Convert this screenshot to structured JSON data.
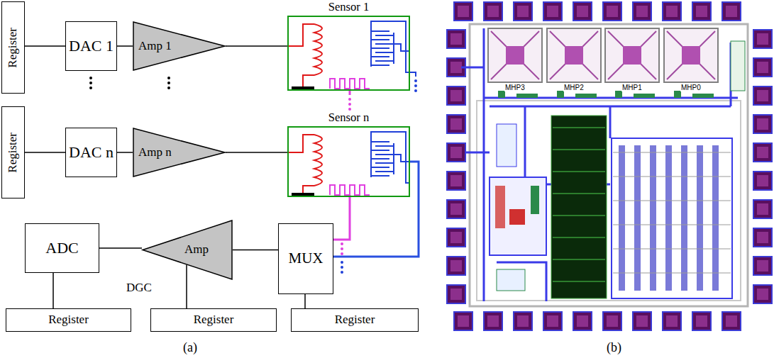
{
  "diagram": {
    "nodes": [
      {
        "text": [
          "Register"
        ]
      },
      {
        "text": [
          "DAC 1"
        ]
      },
      {
        "text": [
          "Amp 1"
        ]
      },
      {
        "text": [
          "Sensor 1"
        ]
      },
      {
        "text": [
          "Register"
        ]
      },
      {
        "text": [
          "DAC n"
        ]
      },
      {
        "text": [
          "Amp n"
        ]
      },
      {
        "text": [
          "Sensor n"
        ]
      },
      {
        "text": [
          "ADC"
        ]
      },
      {
        "text": [
          "Amp"
        ]
      },
      {
        "text": [
          "MUX"
        ]
      },
      {
        "text": [
          "Register"
        ]
      },
      {
        "text": [
          "Register"
        ]
      },
      {
        "text": [
          "Register"
        ]
      }
    ],
    "edges": [
      {
        "from": 0,
        "to": 1,
        "arrow": "none"
      },
      {
        "from": 1,
        "to": 2,
        "arrow": "none"
      },
      {
        "from": 2,
        "to": 3,
        "arrow": "none"
      },
      {
        "from": 4,
        "to": 5,
        "arrow": "none"
      },
      {
        "from": 5,
        "to": 6,
        "arrow": "none"
      },
      {
        "from": 6,
        "to": 7,
        "arrow": "none"
      },
      {
        "from": 10,
        "to": 9,
        "arrow": "none"
      },
      {
        "from": 9,
        "to": 8,
        "arrow": "none"
      },
      {
        "from": 11,
        "to": 8,
        "arrow": "none"
      },
      {
        "from": 12,
        "to": 9,
        "arrow": "none"
      },
      {
        "from": 13,
        "to": 10,
        "arrow": "none"
      },
      {
        "from": 7,
        "to": 10,
        "arrow": "none"
      },
      {
        "from": 7,
        "to": 10,
        "arrow": "none"
      }
    ],
    "labels": [
      "DGC",
      "(a)",
      "(b)",
      "MHP3",
      "MHP2",
      "MHP1",
      "MHP0"
    ]
  }
}
